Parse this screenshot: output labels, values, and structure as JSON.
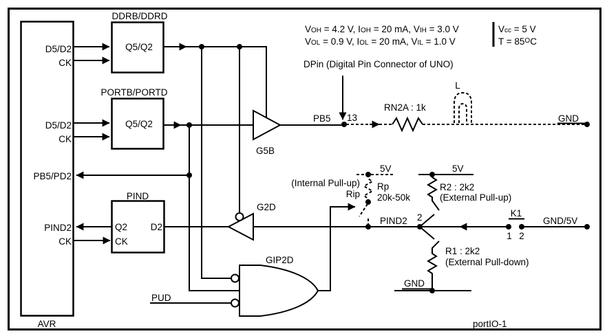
{
  "colors": {
    "ink": "#000000",
    "paper": "#ffffff"
  },
  "specs": {
    "line1": [
      [
        "V"
      ],
      [
        "OH",
        "sub"
      ],
      [
        " = 4.2 V, I"
      ],
      [
        "OH",
        "sub"
      ],
      [
        " = 20 mA, V"
      ],
      [
        "IH",
        "sub"
      ],
      [
        " = 3.0 V"
      ]
    ],
    "line2": [
      [
        "V"
      ],
      [
        "OL",
        "sub"
      ],
      [
        " = 0.9 V, I"
      ],
      [
        "OL",
        "sub"
      ],
      [
        " = 20 mA, V"
      ],
      [
        "IL",
        "sub"
      ],
      [
        " = 1.0 V"
      ]
    ],
    "vcc": [
      [
        "V"
      ],
      [
        "cc",
        "sub"
      ],
      [
        " = 5 V"
      ]
    ],
    "temp": [
      [
        "T = 85"
      ],
      [
        "O",
        "sup"
      ],
      [
        "C"
      ]
    ]
  },
  "dpin_note": "DPin (Digital Pin Connector of UNO)",
  "avr": {
    "label": "AVR",
    "pins": {
      "d5d2_ddr": "D5/D2",
      "ck_ddr": "CK",
      "d5d2_port": "D5/D2",
      "ck_port": "CK",
      "pb5pd2": "PB5/PD2",
      "pind2": "PIND2",
      "ck_pind": "CK"
    }
  },
  "registers": {
    "ddr": {
      "title": "DDRB/DDRD",
      "q": "Q5/Q2"
    },
    "port": {
      "title": "PORTB/PORTD",
      "q": "Q5/Q2"
    },
    "pind": {
      "title": "PIND",
      "q": "Q2",
      "ck": "CK",
      "d": "D2"
    }
  },
  "gates": {
    "g5b": "G5B",
    "g2d": "G2D",
    "gip2d": "GIP2D",
    "pud": "PUD"
  },
  "output_path": {
    "pb5": "PB5",
    "pin": "13",
    "resistor": "RN2A : 1k",
    "led": "L",
    "gnd": "GND"
  },
  "input_path": {
    "internal_pullup": {
      "caption": "(Internal Pull-up)",
      "switch": "Rip",
      "supply": "5V",
      "resistor": "Rp",
      "range": "20k-50k"
    },
    "node": {
      "label": "PIND2",
      "contact": "2"
    },
    "external_pullup": {
      "supply": "5V",
      "resistor": "R2 : 2k2",
      "caption": "(External Pull-up)"
    },
    "external_pulldown": {
      "resistor": "R1 : 2k2",
      "caption": "(External Pull-down)",
      "gnd": "GND"
    },
    "k1": {
      "label": "K1",
      "contact1": "1",
      "contact2": "2",
      "source": "GND/5V"
    }
  },
  "sheet": {
    "label": "portIO-1"
  }
}
